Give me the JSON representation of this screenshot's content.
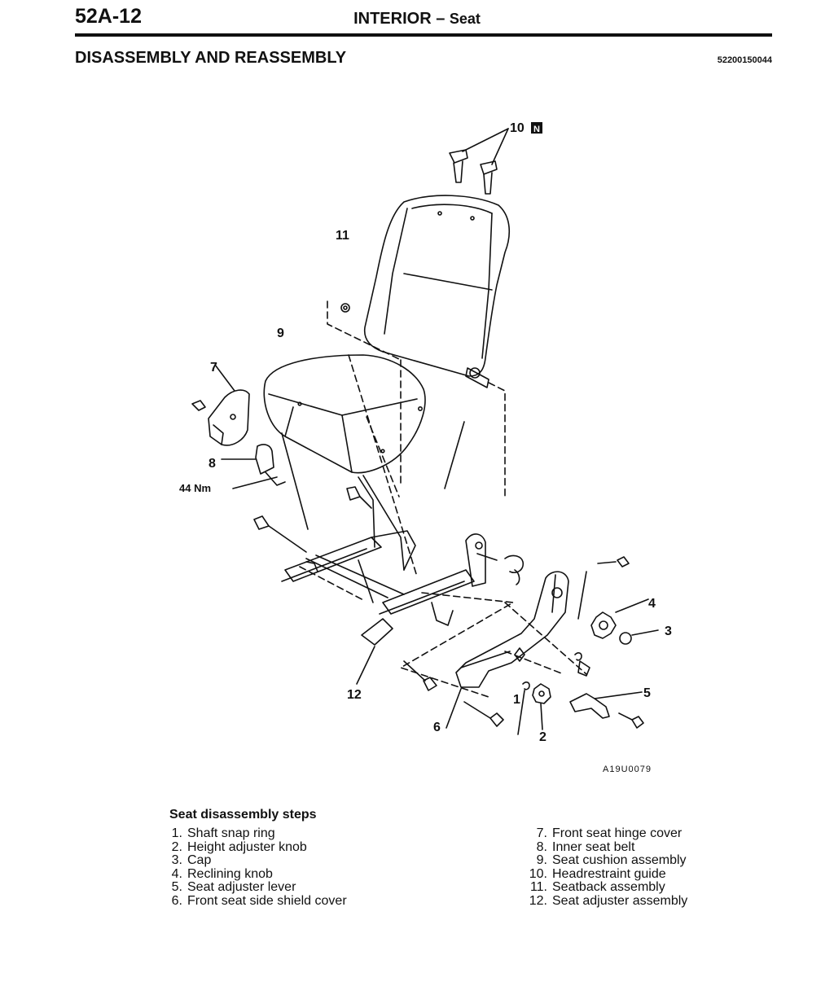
{
  "header": {
    "page_number": "52A-12",
    "title": "INTERIOR",
    "separator": "–",
    "subtitle": "Seat"
  },
  "section": {
    "title": "DISASSEMBLY AND REASSEMBLY",
    "code": "52200150044"
  },
  "figure": {
    "id": "A19U0079",
    "torque": "44 Nm",
    "badge": "N",
    "callouts": [
      "1",
      "2",
      "3",
      "4",
      "5",
      "6",
      "7",
      "8",
      "9",
      "10",
      "11",
      "12"
    ]
  },
  "steps": {
    "title": "Seat disassembly steps",
    "items": [
      {
        "num": "1.",
        "text": "Shaft snap ring"
      },
      {
        "num": "2.",
        "text": "Height adjuster knob"
      },
      {
        "num": "3.",
        "text": "Cap"
      },
      {
        "num": "4.",
        "text": "Reclining knob"
      },
      {
        "num": "5.",
        "text": "Seat adjuster lever"
      },
      {
        "num": "6.",
        "text": "Front seat side shield cover"
      },
      {
        "num": "7.",
        "text": "Front seat hinge cover"
      },
      {
        "num": "8.",
        "text": "Inner seat belt"
      },
      {
        "num": "9.",
        "text": "Seat cushion assembly"
      },
      {
        "num": "10.",
        "text": "Headrestraint guide"
      },
      {
        "num": "11.",
        "text": "Seatback assembly"
      },
      {
        "num": "12.",
        "text": "Seat adjuster assembly"
      }
    ]
  }
}
